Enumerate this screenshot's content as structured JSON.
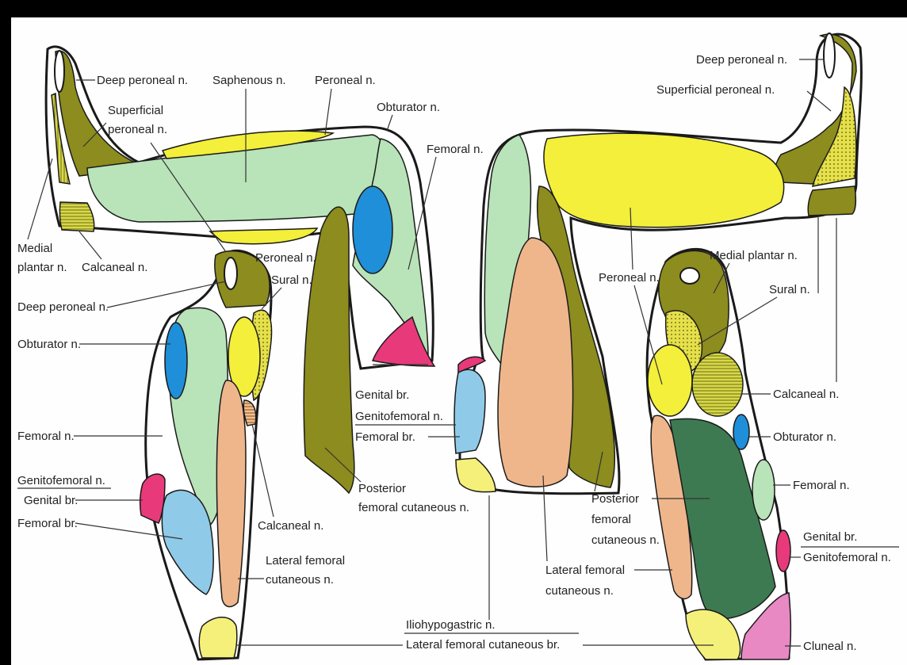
{
  "colors": {
    "saphenous": "#b9e3b9",
    "peroneal": "#f3ef3a",
    "olive": "#8c8c1f",
    "obturator": "#1e8fd8",
    "genital": "#e83a7a",
    "femoral_br": "#8fcbe8",
    "lateral_femoral": "#efb68c",
    "posterior_femoral": "#8c8c1f",
    "dark_green": "#3d7a52",
    "cluneal": "#e889c4",
    "lat_fem_br": "#f5f07a",
    "hatch": "#c8c83a"
  },
  "labels": {
    "deep_peroneal_1": "Deep peroneal n.",
    "saphenous_1": "Saphenous n.",
    "peroneal_1": "Peroneal n.",
    "obturator_1": "Obturator n.",
    "superficial_peroneal_1a": "Superficial",
    "superficial_peroneal_1b": "peroneal n.",
    "femoral_1": "Femoral n.",
    "medial_plantar_1a": "Medial",
    "medial_plantar_1b": "plantar n.",
    "calcaneal_1": "Calcaneal n.",
    "peroneal_2": "Peroneal n.",
    "sural_1": "Sural n.",
    "deep_peroneal_2": "Deep peroneal n.",
    "obturator_2": "Obturator n.",
    "femoral_2": "Femoral n.",
    "genitofemoral_1": "Genitofemoral n.",
    "genital_1": "Genital br.",
    "femoral_br_1": "Femoral br.",
    "calcaneal_2": "Calcaneal n.",
    "lateral_femoral_1a": "Lateral femoral",
    "lateral_femoral_1b": "cutaneous n.",
    "genital_2": "Genital br.",
    "genitofemoral_2": "Genitofemoral n.",
    "femoral_br_2": "Femoral br.",
    "posterior_femoral_1a": "Posterior",
    "posterior_femoral_1b": "femoral cutaneous n.",
    "iliohypogastric": "Iliohypogastric n.",
    "lateral_femoral_br": "Lateral femoral cutaneous br.",
    "deep_peroneal_3": "Deep peroneal n.",
    "superficial_peroneal_2": "Superficial peroneal n.",
    "peroneal_3": "Peroneal n.",
    "medial_plantar_2": "Medial plantar n.",
    "sural_2": "Sural n.",
    "calcaneal_3": "Calcaneal n.",
    "obturator_3": "Obturator n.",
    "femoral_3": "Femoral n.",
    "posterior_femoral_2a": "Posterior",
    "posterior_femoral_2b": "femoral",
    "posterior_femoral_2c": "cutaneous n.",
    "genital_3": "Genital br.",
    "genitofemoral_3": "Genitofemoral n.",
    "lateral_femoral_2a": "Lateral femoral",
    "lateral_femoral_2b": "cutaneous n.",
    "cluneal": "Cluneal n."
  }
}
